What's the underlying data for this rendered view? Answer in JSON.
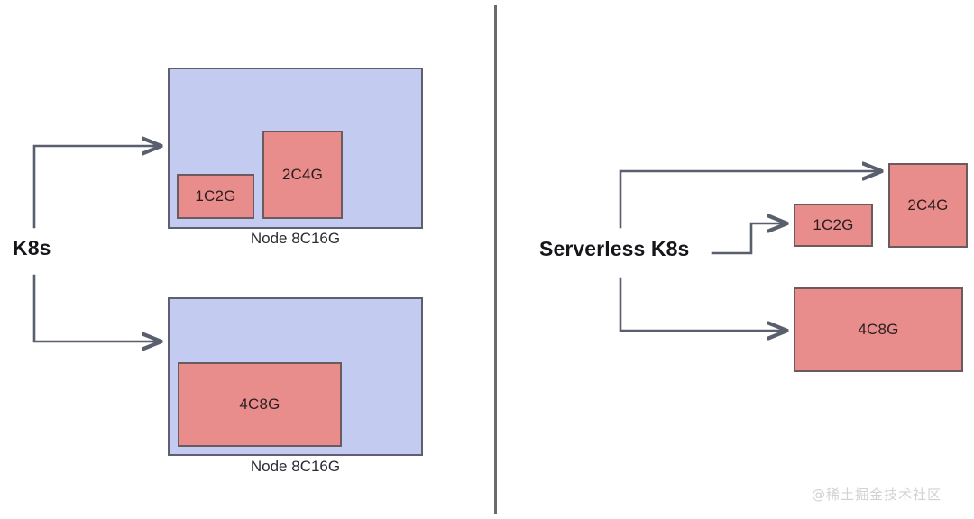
{
  "diagram": {
    "title_left": "K8s",
    "title_right": "Serverless K8s",
    "divider": {
      "color": "#6a6a6a"
    },
    "colors": {
      "node_fill": "#c4cbf1",
      "node_stroke": "#5c6070",
      "pod_fill": "#e88c8c",
      "pod_stroke": "#6b5a5e",
      "arrow": "#5a5f6e",
      "text": "#16161a",
      "watermark": "#d2d2d2"
    }
  },
  "left_panel": {
    "label": "K8s",
    "nodes": [
      {
        "caption": "Node 8C16G",
        "pods": [
          {
            "label": "1C2G"
          },
          {
            "label": "2C4G"
          }
        ]
      },
      {
        "caption": "Node 8C16G",
        "pods": [
          {
            "label": "4C8G"
          }
        ]
      }
    ]
  },
  "right_panel": {
    "label": "Serverless K8s",
    "pods": [
      {
        "label": "2C4G"
      },
      {
        "label": "1C2G"
      },
      {
        "label": "4C8G"
      }
    ]
  },
  "watermark": {
    "text": "@稀土掘金技术社区"
  }
}
